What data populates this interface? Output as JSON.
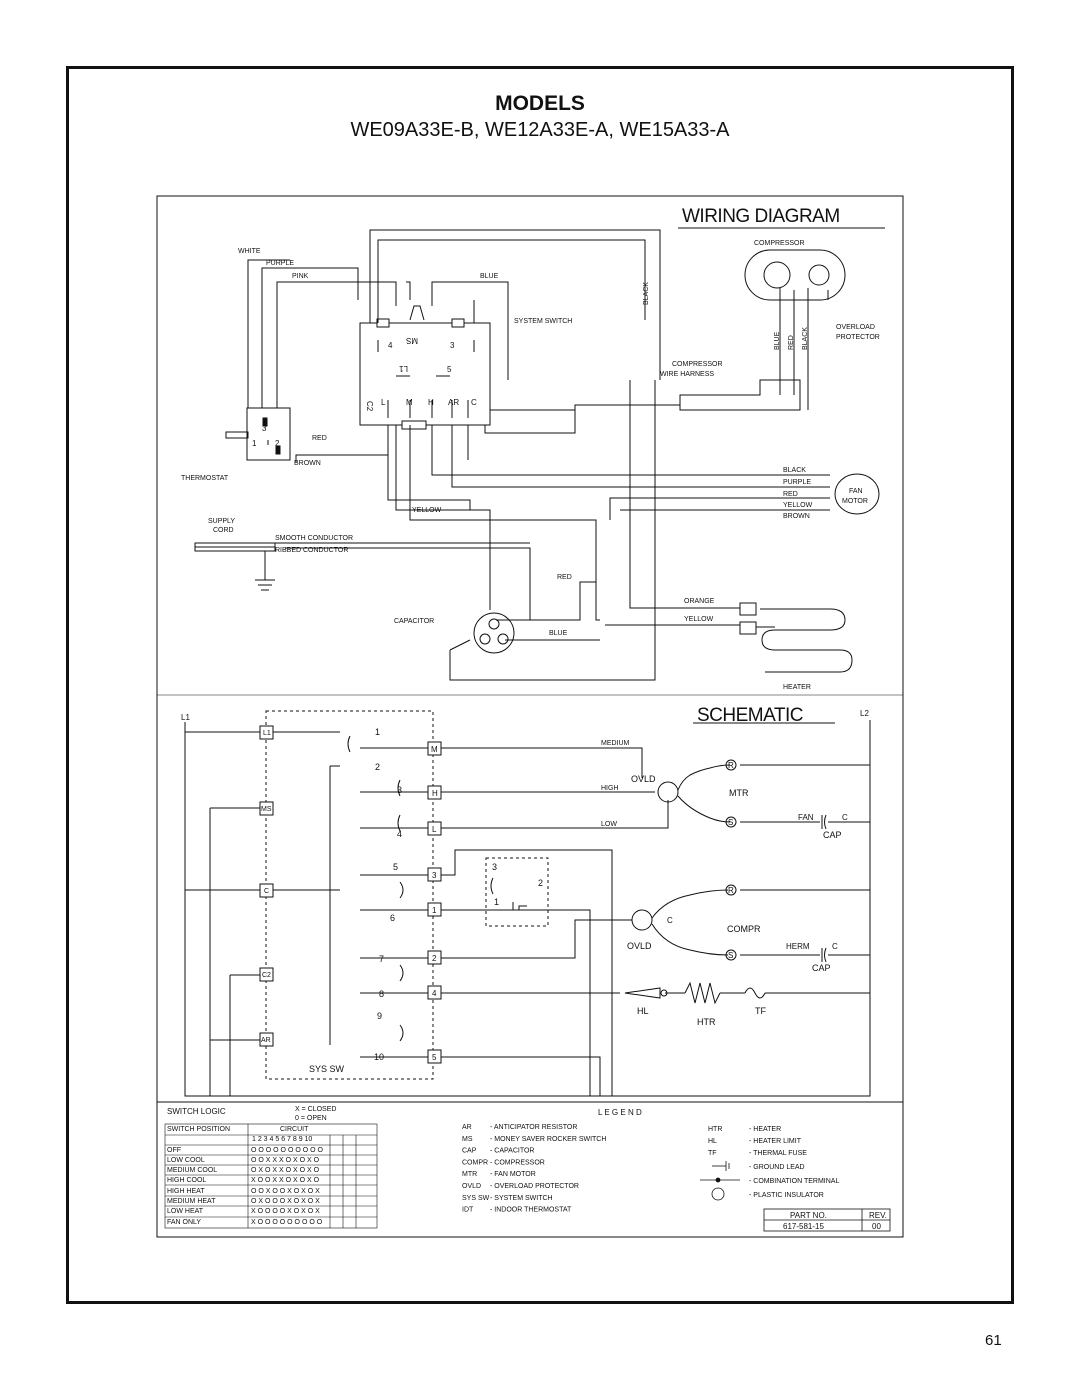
{
  "header": {
    "title": "MODELS",
    "models": "WE09A33E-B, WE12A33E-A, WE15A33-A"
  },
  "page_number": "61",
  "wiring": {
    "title": "WIRING DIAGRAM",
    "compressor": "COMPRESSOR",
    "overload_protector": [
      "OVERLOAD",
      "PROTECTOR"
    ],
    "compressor_harness": [
      "COMPRESSOR",
      "WIRE HARNESS"
    ],
    "harness_colors": [
      "BLUE",
      "RED",
      "BLACK"
    ],
    "system_switch": "SYSTEM SWITCH",
    "switch_terminals": [
      "MS",
      "4",
      "3",
      "L1",
      "5",
      "C2",
      "L",
      "M",
      "H",
      "AR",
      "C"
    ],
    "thermostat": "THERMOSTAT",
    "thermostat_terminals": [
      "3",
      "1",
      "2"
    ],
    "supply_cord": [
      "SUPPLY",
      "CORD"
    ],
    "smooth_conductor": "SMOOTH CONDUCTOR",
    "ribbed_conductor": "RIBBED CONDUCTOR",
    "capacitor": "CAPACITOR",
    "heater": "HEATER",
    "fan_motor": [
      "FAN",
      "MOTOR"
    ],
    "wires": {
      "white": "WHITE",
      "purple": "PURPLE",
      "pink": "PINK",
      "blue": "BLUE",
      "black": "BLACK",
      "red": "RED",
      "brown": "BROWN",
      "yellow": "YELLOW",
      "orange": "ORANGE"
    },
    "fan_wires": [
      "BLACK",
      "PURPLE",
      "RED",
      "YELLOW",
      "BROWN"
    ]
  },
  "schematic": {
    "title": "SCHEMATIC",
    "l1": "L1",
    "l2": "L2",
    "medium": "MEDIUM",
    "high": "HIGH",
    "low": "LOW",
    "ovld": "OVLD",
    "mtr": "MTR",
    "fan": "FAN",
    "c": "C",
    "cap": "CAP",
    "r": "R",
    "s": "S",
    "compr": "COMPR",
    "herm": "HERM",
    "hl": "HL",
    "tf": "TF",
    "htr": "HTR",
    "sys_sw": "SYS SW",
    "switch_boxes": [
      "L1",
      "MS",
      "C",
      "C2",
      "AR"
    ],
    "contact_boxes": [
      "M",
      "H",
      "L",
      "3",
      "1",
      "2",
      "4",
      "5"
    ],
    "contact_numbers": [
      "1",
      "2",
      "3",
      "4",
      "5",
      "6",
      "7",
      "8",
      "9",
      "10"
    ],
    "thermo_numbers": [
      "3",
      "2",
      "1"
    ]
  },
  "switch_logic": {
    "title": "SWITCH LOGIC",
    "key_closed": "X = CLOSED",
    "key_open": "0 = OPEN",
    "col_position": "SWITCH POSITION",
    "col_circuit": "CIRCUIT",
    "circuit_numbers": "1 2 3 4 5 6 7 8 9 10",
    "rows": [
      {
        "position": "OFF",
        "pattern": "O O O O O O O O O O"
      },
      {
        "position": "LOW COOL",
        "pattern": "O O X X X O X O X O"
      },
      {
        "position": "MEDIUM COOL",
        "pattern": "O X O X X O X O X O"
      },
      {
        "position": "HIGH COOL",
        "pattern": "X O O X X O X O X O"
      },
      {
        "position": "HIGH HEAT",
        "pattern": "O O X O O X O X O X"
      },
      {
        "position": "MEDIUM HEAT",
        "pattern": "O X O O O X O X O X"
      },
      {
        "position": "LOW HEAT",
        "pattern": "X O O O O X O X O X"
      },
      {
        "position": "FAN ONLY",
        "pattern": "X O O O O O O O O O"
      }
    ]
  },
  "legend": {
    "title": "L E G E N D",
    "left": [
      {
        "code": "AR",
        "desc": "- ANTICIPATOR RESISTOR"
      },
      {
        "code": "MS",
        "desc": "- MONEY SAVER ROCKER SWITCH"
      },
      {
        "code": "CAP",
        "desc": "- CAPACITOR"
      },
      {
        "code": "COMPR",
        "desc": "- COMPRESSOR"
      },
      {
        "code": "MTR",
        "desc": "- FAN MOTOR"
      },
      {
        "code": "OVLD",
        "desc": "- OVERLOAD PROTECTOR"
      },
      {
        "code": "SYS SW",
        "desc": "- SYSTEM SWITCH"
      },
      {
        "code": "IDT",
        "desc": "- INDOOR THERMOSTAT"
      }
    ],
    "right": [
      {
        "code": "HTR",
        "desc": "- HEATER"
      },
      {
        "code": "HL",
        "desc": "- HEATER LIMIT"
      },
      {
        "code": "TF",
        "desc": "- THERMAL FUSE"
      },
      {
        "code": "",
        "desc": "- GROUND LEAD"
      },
      {
        "code": "",
        "desc": "- COMBINATION TERMINAL"
      },
      {
        "code": "",
        "desc": "- PLASTIC INSULATOR"
      }
    ],
    "part_no_label": "PART NO.",
    "rev_label": "REV.",
    "part_no": "617-581-15",
    "rev": "00"
  }
}
